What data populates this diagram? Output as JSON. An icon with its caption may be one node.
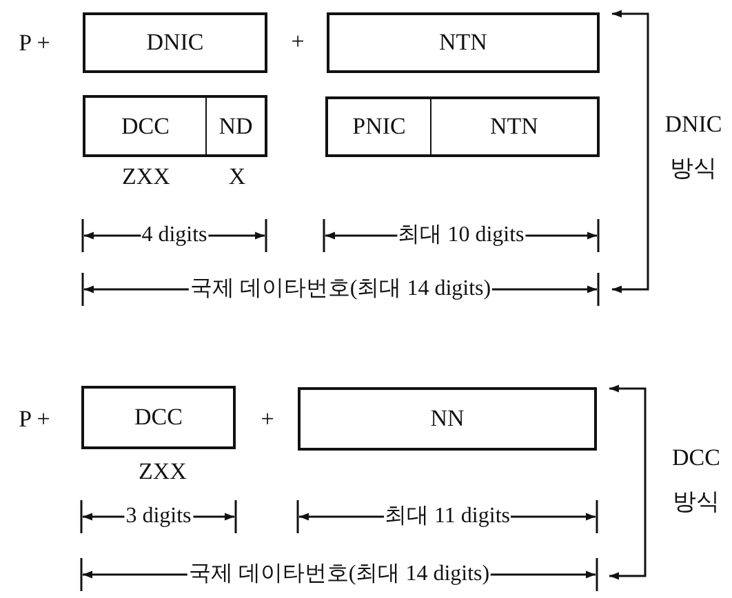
{
  "diagram": {
    "nodes": [
      {
        "text": [
          "DNIC"
        ]
      },
      {
        "text": [
          "NTN"
        ]
      },
      {
        "text": [
          "DCC"
        ]
      },
      {
        "text": [
          "ND"
        ]
      },
      {
        "text": [
          "PNIC"
        ]
      },
      {
        "text": [
          "NTN"
        ]
      },
      {
        "text": [
          "DCC"
        ]
      },
      {
        "text": [
          "NN"
        ]
      }
    ],
    "edges": [],
    "labels": [
      "P +",
      "+",
      "ZXX",
      "X",
      "4 digits",
      "최대 10 digits",
      "국제 데이타번호(최대 14 digits)",
      "DNIC 방식",
      "P +",
      "+",
      "ZXX",
      "3 digits",
      "최대 11 digits",
      "국제 데이타번호(최대 14 digits)",
      "DCC 방식"
    ]
  }
}
